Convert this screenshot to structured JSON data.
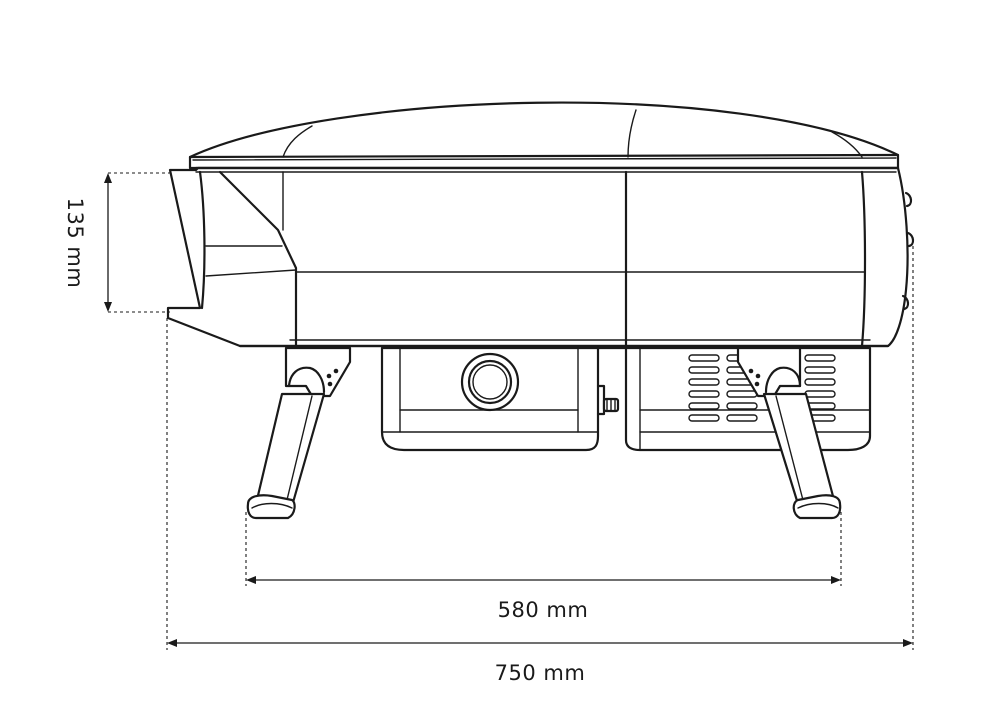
{
  "dimensions": {
    "height_label": "135 mm",
    "leg_span_label": "580 mm",
    "overall_width_label": "750 mm"
  }
}
